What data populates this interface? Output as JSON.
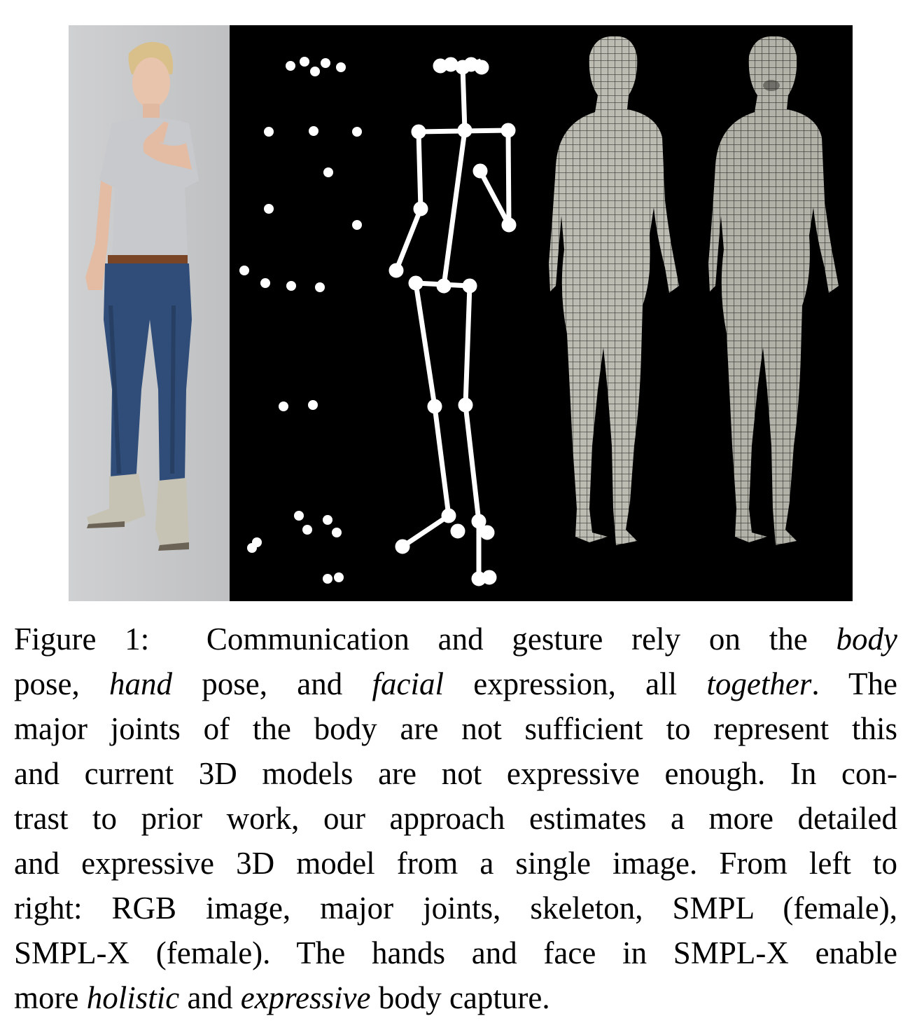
{
  "figure": {
    "panels": [
      "RGB image",
      "major joints",
      "skeleton",
      "SMPL (female)",
      "SMPL-X (female)"
    ],
    "colors": {
      "background": "#000000",
      "photo_bg": "#c9cacc",
      "joints": "#ffffff",
      "mesh_fill": "#bdbcb3",
      "mesh_line": "#3a3a36",
      "shirt": "#c7c9cd",
      "jeans": "#2f4d78",
      "skin": "#e8c4ad",
      "hair": "#d9c08a",
      "boots": "#c7c3b4"
    }
  },
  "caption": {
    "label": "Figure 1:",
    "l1_a": "Communication and gesture rely on the",
    "l1_b": "body",
    "l2_a": "pose,",
    "l2_b": "hand",
    "l2_c": "pose, and",
    "l2_d": "facial",
    "l2_e": "expression, all",
    "l2_f": "together",
    "l2_g": ". The",
    "l3": "major joints of the body are not sufficient to represent this",
    "l4": "and current 3D models are not expressive enough. In con-",
    "l5": "trast to prior work, our approach estimates a more detailed",
    "l6": "and expressive 3D model from a single image. From left to",
    "l7": "right: RGB image, major joints, skeleton, SMPL (female),",
    "l8": "SMPL-X (female). The hands and face in SMPL-X enable",
    "l9_a": "more",
    "l9_b": "holistic",
    "l9_c": "and",
    "l9_d": "expressive",
    "l9_e": "body capture."
  }
}
